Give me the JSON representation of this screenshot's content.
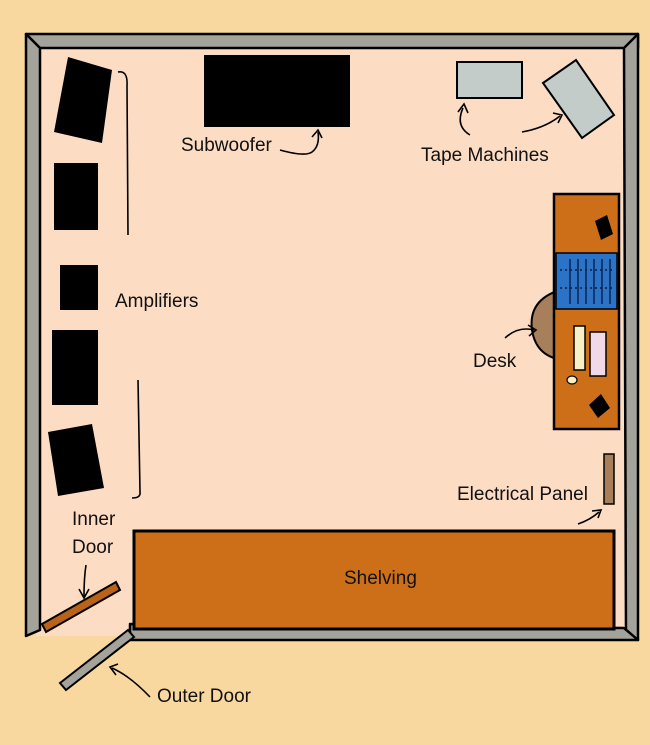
{
  "colors": {
    "background": "#f9d8a0",
    "floor": "#fddcc4",
    "wall": "#a4a39b",
    "wood": "#cd6f19",
    "equipment": "#000000",
    "tape_machine": "#c3ccc8",
    "rug": "#a77f5a",
    "console": "#2a73c6"
  },
  "labels": {
    "subwoofer": "Subwoofer",
    "tape_machines": "Tape Machines",
    "amplifiers": "Amplifiers",
    "desk": "Desk",
    "electrical_panel": "Electrical Panel",
    "inner_door_line1": "Inner",
    "inner_door_line2": "Door",
    "shelving": "Shelving",
    "outer_door": "Outer Door"
  }
}
